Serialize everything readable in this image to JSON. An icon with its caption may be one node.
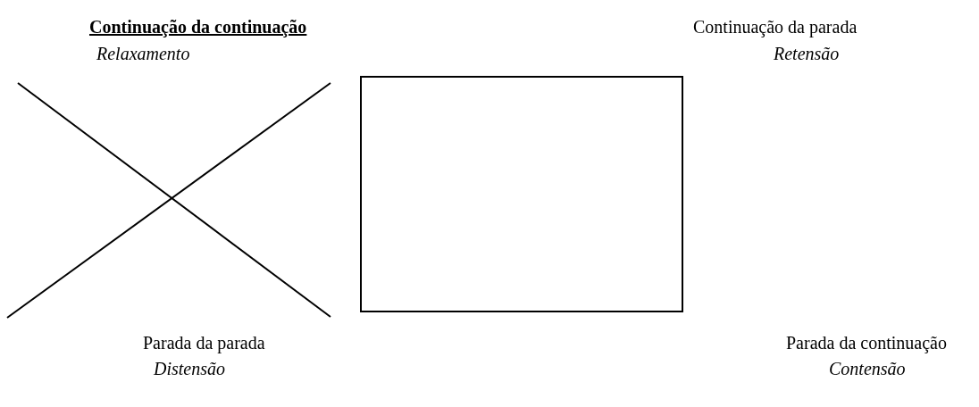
{
  "diagram": {
    "nodes": [
      {
        "text": [],
        "shape": "box"
      }
    ],
    "labels": [
      "Continuação da continuação",
      "Continuação da parada",
      "Relaxamento",
      "Retensão",
      "Parada da parada",
      "Parada da continuação",
      "Distensão",
      "Contensão"
    ]
  }
}
